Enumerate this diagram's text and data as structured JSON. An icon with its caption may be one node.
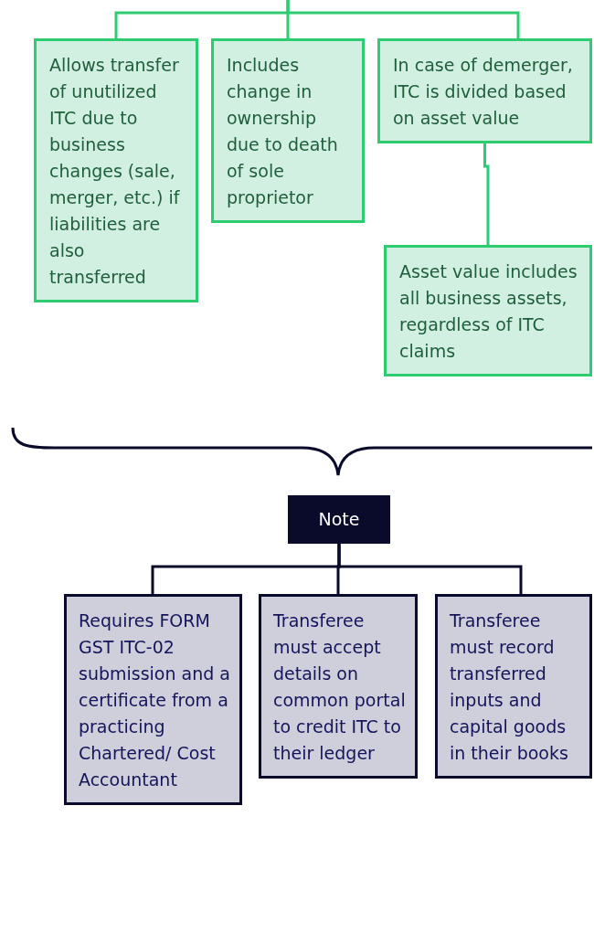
{
  "diagram": {
    "nodes": [
      {
        "text": [
          "Allows transfer of unutilized ITC due to business changes (sale, merger, etc.) if liabilities are also transferred"
        ]
      },
      {
        "text": [
          "Includes change in ownership due to death of sole proprietor"
        ]
      },
      {
        "text": [
          "In case of demerger, ITC is divided based on asset value"
        ]
      },
      {
        "text": [
          "Asset value includes all business assets, regardless of ITC claims"
        ]
      },
      {
        "text": [
          "Note"
        ]
      },
      {
        "text": [
          "Requires FORM GST ITC-02 submission and a certificate from a practicing Chartered/ Cost Accountant"
        ]
      },
      {
        "text": [
          "Transferee must accept details on common portal to credit ITC to their ledger"
        ]
      },
      {
        "text": [
          "Transferee must record transferred inputs and capital goods in their books"
        ]
      }
    ],
    "edges": [
      {
        "from": null,
        "to": 0,
        "arrow": "none"
      },
      {
        "from": null,
        "to": 1,
        "arrow": "none"
      },
      {
        "from": null,
        "to": 2,
        "arrow": "none"
      },
      {
        "from": 2,
        "to": 3,
        "arrow": "none"
      },
      {
        "from": 4,
        "to": 5,
        "arrow": "none",
        "color": "#0a0a2a"
      },
      {
        "from": 4,
        "to": 6,
        "arrow": "none",
        "color": "#0a0a2a"
      },
      {
        "from": 4,
        "to": 7,
        "arrow": "none",
        "color": "#0a0a2a"
      }
    ]
  }
}
